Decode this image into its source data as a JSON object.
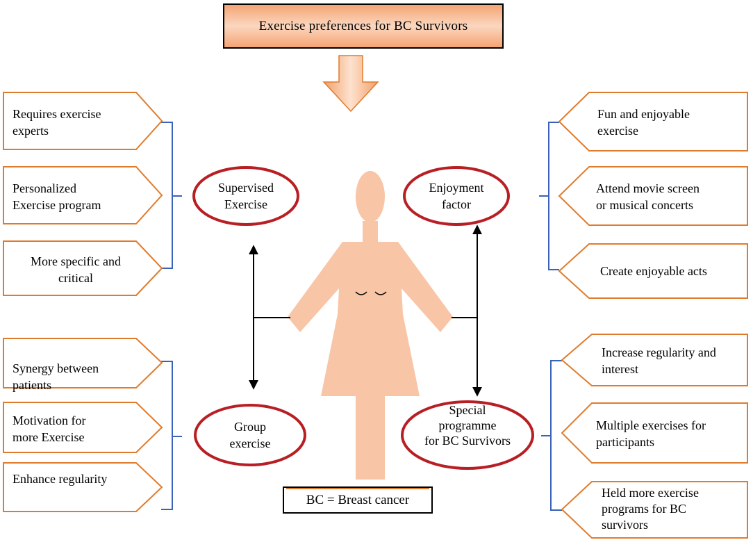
{
  "title": "Exercise preferences  for BC Survivors",
  "legend": "BC = Breast cancer",
  "categories": {
    "supervised": [
      "Supervised",
      "Exercise"
    ],
    "enjoyment": [
      "Enjoyment",
      "factor"
    ],
    "group": [
      "Group",
      "exercise"
    ],
    "special": [
      "Special",
      "programme",
      "for BC Survivors"
    ]
  },
  "left_top": [
    [
      "Requires  exercise",
      "experts"
    ],
    [
      "Personalized",
      "Exercise   program"
    ],
    [
      "More specific  and",
      "critical"
    ]
  ],
  "left_bottom": [
    [
      "Synergy  between",
      "patients"
    ],
    [
      "Motivation  for",
      "more Exercise"
    ],
    [
      "Enhance  regularity"
    ]
  ],
  "right_top": [
    [
      "Fun  and enjoyable",
      "exercise"
    ],
    [
      "Attend  movie  screen",
      "or musical  concerts"
    ],
    [
      "Create  enjoyable  acts"
    ]
  ],
  "right_bottom": [
    [
      "Increase  regularity  and",
      "interest"
    ],
    [
      "Multiple  exercises  for",
      "participants"
    ],
    [
      "Held  more exercise",
      "programs  for BC",
      "survivors"
    ]
  ],
  "colors": {
    "box_border": "#e07b2b",
    "ellipse_border": "#b81f24",
    "bracket": "#3a62b8",
    "figure": "#f8c5a6",
    "title_fill_edge": "#f4a271",
    "title_fill_center": "#fbd7bf",
    "arrow": "#000000"
  }
}
